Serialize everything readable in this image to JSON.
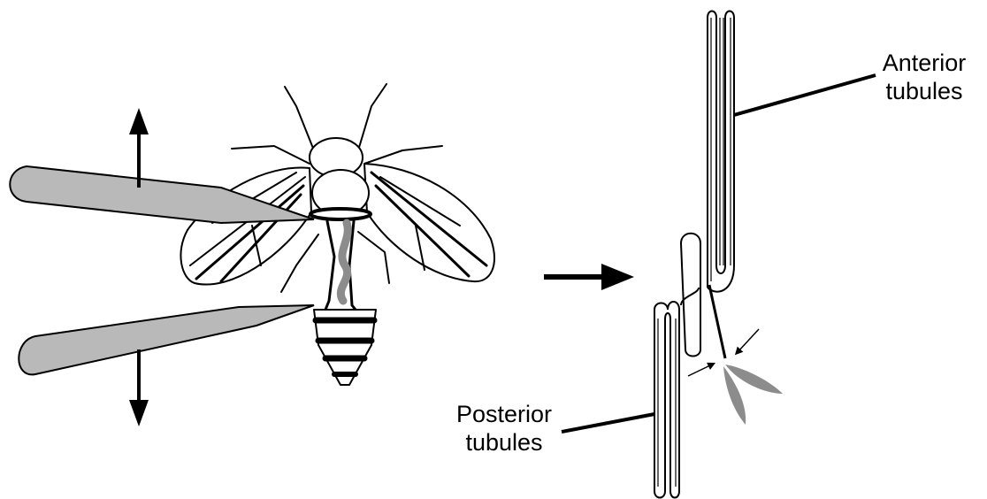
{
  "labels": {
    "anterior": [
      "Anterior",
      "tubules"
    ],
    "posterior": [
      "Posterior",
      "tubules"
    ]
  },
  "colors": {
    "outline": "#000000",
    "forceps_fill": "#b9b9b9",
    "gut_fill": "#8c8c8c",
    "background": "#ffffff"
  }
}
